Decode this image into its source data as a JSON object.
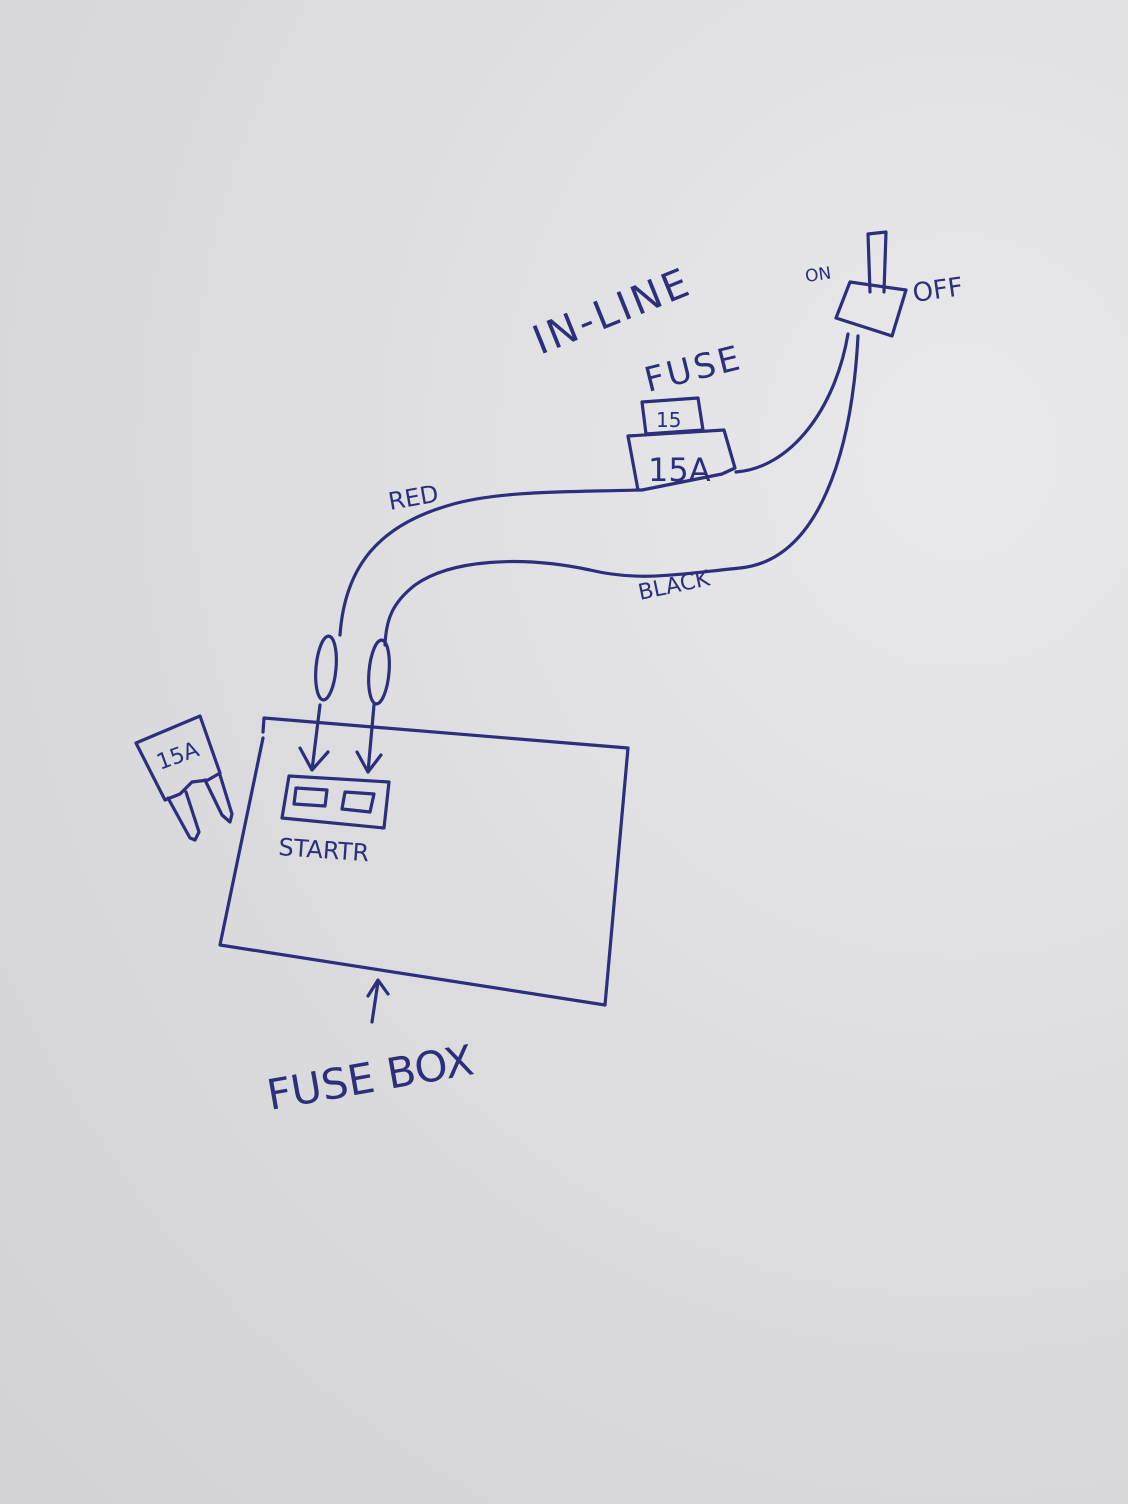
{
  "labels": {
    "inline_fuse_line1": "IN-LINE",
    "inline_fuse_line2": "FUSE",
    "inline_fuse_top": "15",
    "inline_fuse_body": "15A",
    "switch_on": "ON",
    "switch_off": "OFF",
    "wire_red": "RED",
    "wire_black": "BLACK",
    "loose_fuse": "15A",
    "slot": "STARTR",
    "fuse_box": "FUSE BOX"
  },
  "colors": {
    "ink": "#2b2f7c",
    "paper": "#dedee0"
  }
}
